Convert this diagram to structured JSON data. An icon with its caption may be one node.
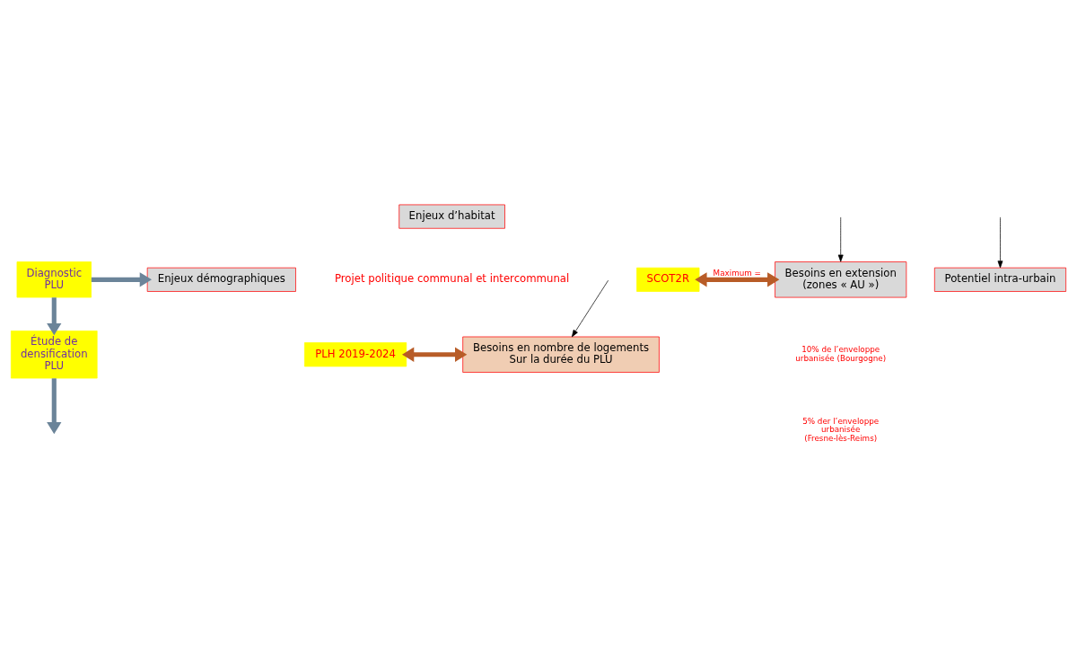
{
  "diagram": {
    "nodes": [
      {
        "text": [
          "Enjeux démographiques"
        ]
      },
      {
        "text": [
          "Diagnostic PLU"
        ]
      },
      {
        "text": [
          "Enjeux d’habitat"
        ]
      },
      {
        "text": [
          "PLH 2019-2024"
        ]
      },
      {
        "text": [
          "Besoins en nombre de logements Sur la durée du PLU"
        ]
      },
      {
        "text": [
          "Étude de densification PLU"
        ]
      },
      {
        "text": [
          "SCOT2R"
        ]
      },
      {
        "text": [
          "Besoins en extension (zones « AU »)"
        ]
      },
      {
        "text": [
          "Potentiel intra-urbain"
        ]
      }
    ],
    "edges": [
      {
        "from": 1,
        "to": 0,
        "arrow": "to",
        "color": "#6b8499"
      },
      {
        "from": 1,
        "to": 5,
        "arrow": "to",
        "color": "#6b8499"
      },
      {
        "from": 5,
        "to": null,
        "arrow": "to",
        "color": "#6b8499"
      },
      {
        "from": 3,
        "to": 4,
        "arrow": "both",
        "color": "#b85c27"
      },
      {
        "from": 6,
        "to": 7,
        "arrow": "both",
        "color": "#b85c27",
        "label": "Maximum ="
      },
      {
        "from": null,
        "to": 4,
        "arrow": "to",
        "color": "#000000"
      },
      {
        "from": null,
        "to": 7,
        "arrow": "to",
        "color": "#000000"
      },
      {
        "from": null,
        "to": 8,
        "arrow": "to",
        "color": "#000000"
      }
    ],
    "labels": [
      "Projet politique communal et intercommunal",
      "10% de l’enveloppe urbanisée (Bourgogne)",
      "5% der l’enveloppe urbanisée (Fresne-lès-Reims)"
    ]
  }
}
